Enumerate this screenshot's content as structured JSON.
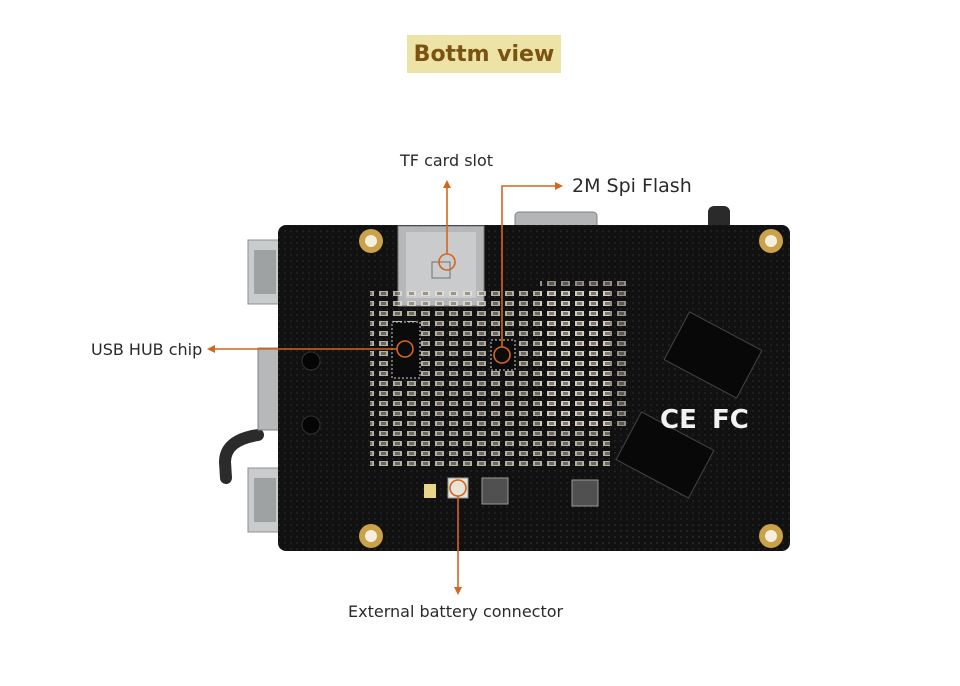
{
  "header": {
    "title": "Bottm view"
  },
  "callouts": {
    "tf_card_slot": "TF card slot",
    "spi_flash": "2M Spi Flash",
    "usb_hub_chip": "USB HUB chip",
    "external_battery": "External battery connector"
  },
  "colors": {
    "title_bg": "#eee3a6",
    "title_text": "#7a5212",
    "callout_line": "#d4661e",
    "pcb": "#121212"
  }
}
